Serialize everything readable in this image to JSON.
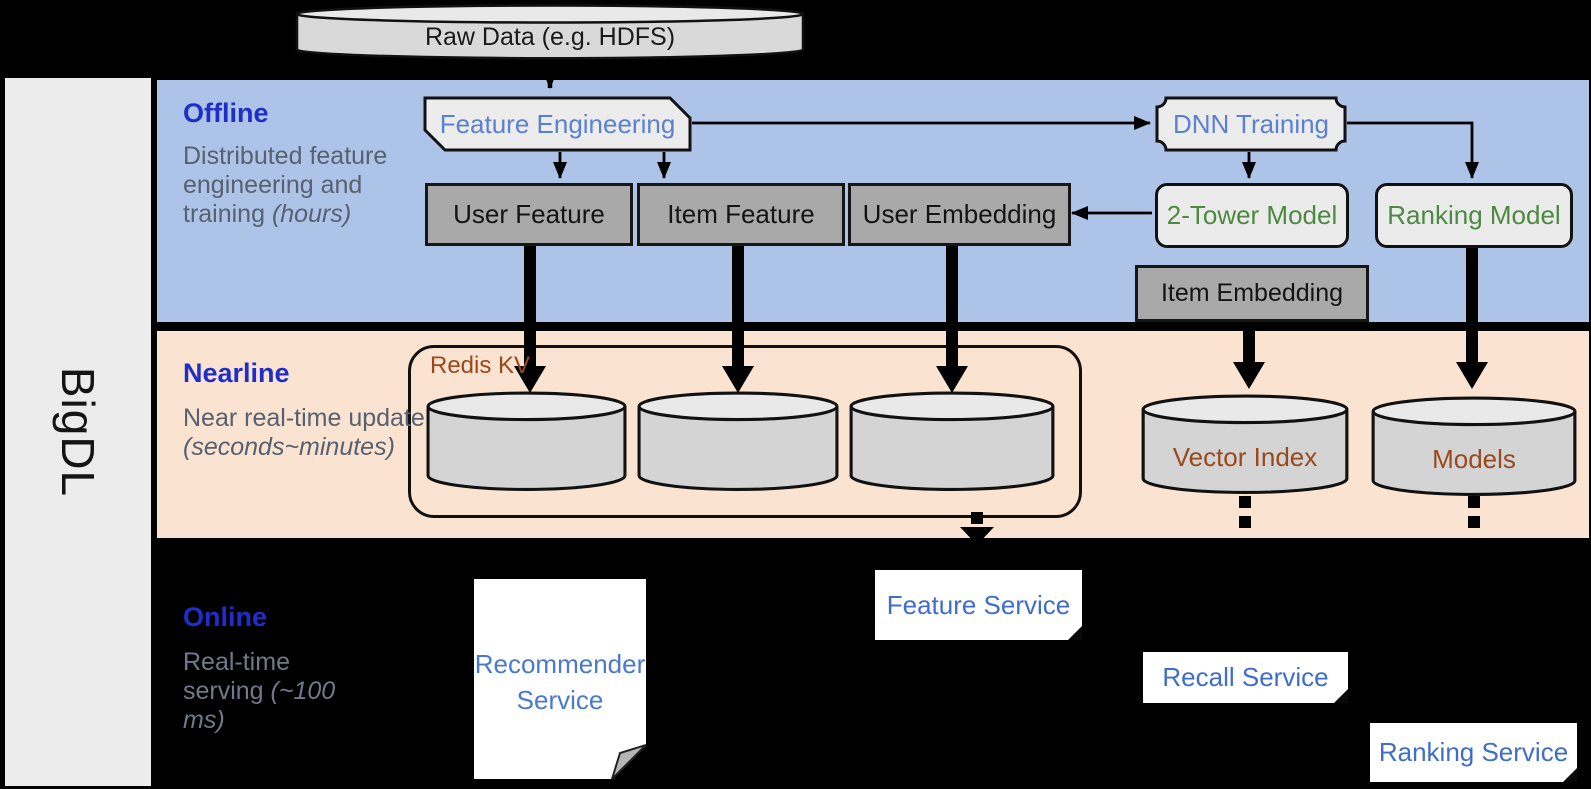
{
  "sidebar": {
    "brand": "BigDL"
  },
  "raw_data": {
    "label": "Raw Data (e.g. HDFS)"
  },
  "bands": {
    "offline": {
      "title": "Offline",
      "subtitle": "Distributed feature engineering and training",
      "note": "(hours)"
    },
    "nearline": {
      "title": "Nearline",
      "subtitle": "Near real-time update",
      "note": "(seconds~minutes)"
    },
    "online": {
      "title": "Online",
      "subtitle": "Real-time serving",
      "note": "(~100 ms)"
    }
  },
  "offline_nodes": {
    "feature_engineering": "Feature Engineering",
    "dnn_training": "DNN Training",
    "user_feature": "User Feature",
    "item_feature": "Item Feature",
    "user_embedding": "User Embedding",
    "two_tower_model": "2-Tower Model",
    "ranking_model": "Ranking Model",
    "item_embedding": "Item Embedding"
  },
  "nearline_nodes": {
    "redis_kv": "Redis KV",
    "vector_index": "Vector Index",
    "models": "Models"
  },
  "online_nodes": {
    "recommender_service": "Recommender\nService",
    "feature_service": "Feature Service",
    "recall_service": "Recall Service",
    "ranking_service": "Ranking Service"
  },
  "colors": {
    "offline_band": "#aec3e8",
    "nearline_band": "#fae3d1",
    "online_band": "#000000",
    "band_title_blue": "#1f2ec9",
    "node_text_blue": "#5b80cf",
    "service_text_blue": "#3f6dcb",
    "model_text_green": "#4c8a3f",
    "store_text_brown": "#994a1d",
    "gray_node_fill": "#a9a9a9"
  }
}
